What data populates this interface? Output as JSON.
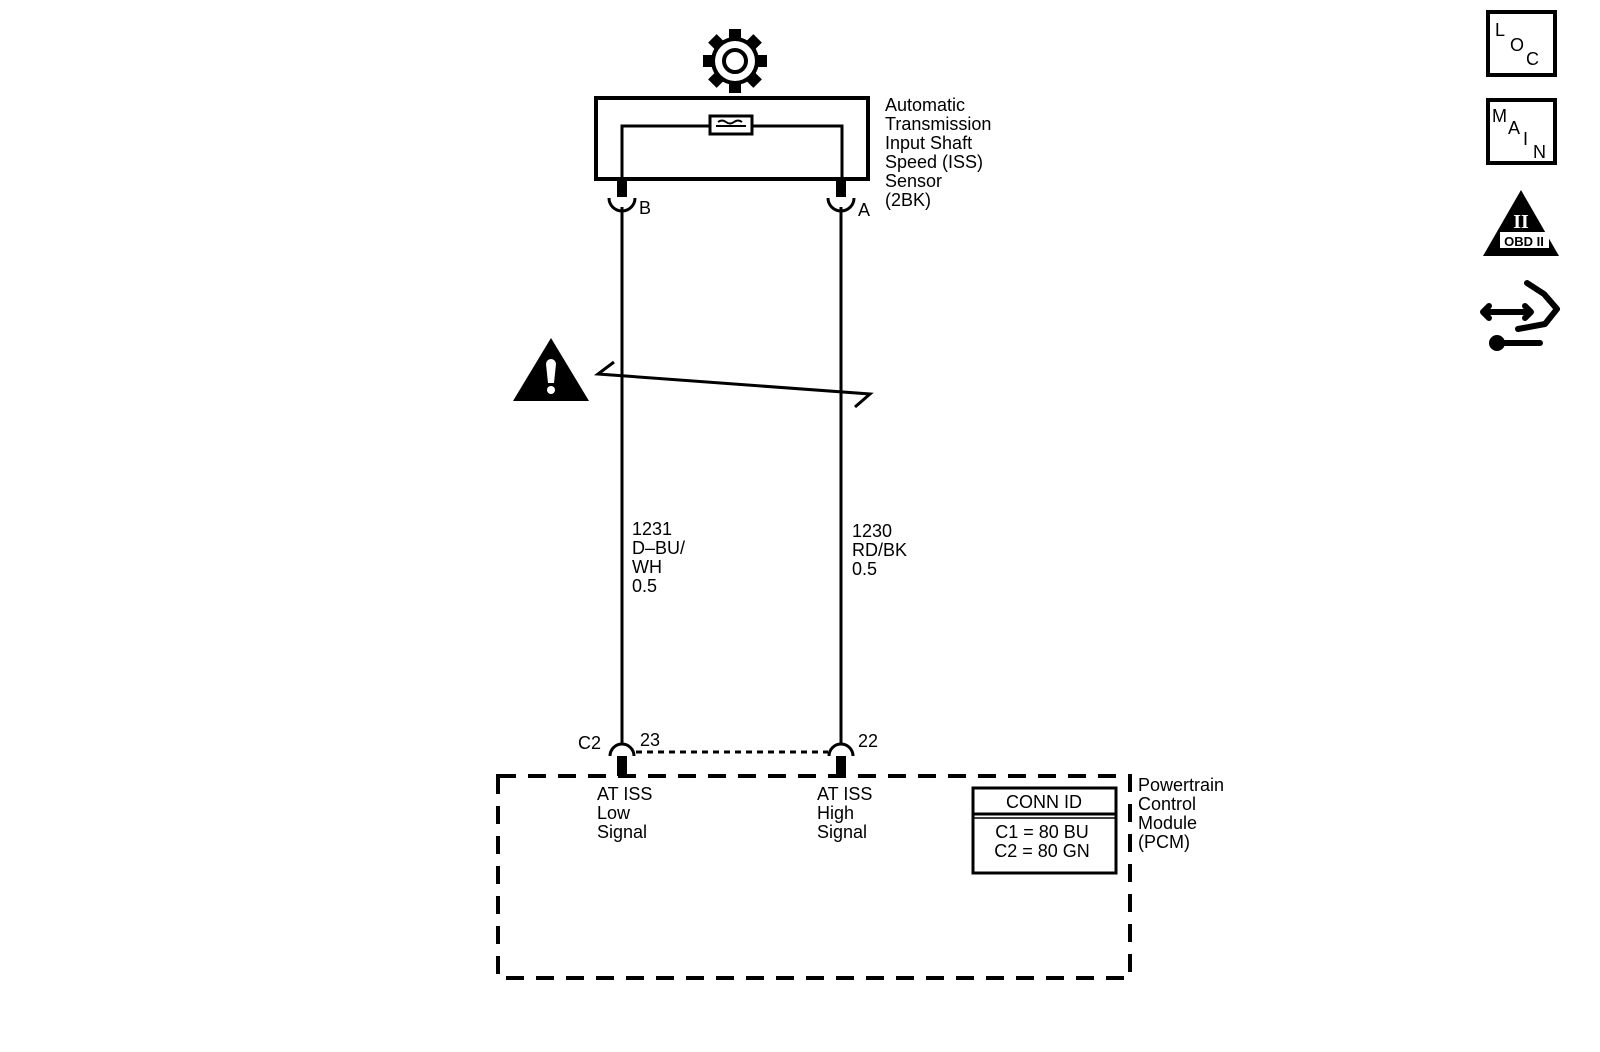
{
  "sensor": {
    "name_lines": [
      "Automatic",
      "Transmission",
      "Input Shaft",
      "Speed (ISS)",
      "Sensor",
      "(2BK)"
    ],
    "pin_left": "B",
    "pin_right": "A"
  },
  "wires": {
    "left": {
      "lines": [
        "1231",
        "D–BU/",
        "WH",
        "0.5"
      ]
    },
    "right": {
      "lines": [
        "1230",
        "RD/BK",
        "0.5"
      ]
    }
  },
  "pcm": {
    "name_lines": [
      "Powertrain",
      "Control",
      "Module",
      "(PCM)"
    ],
    "connector": "C2",
    "pin_left": "23",
    "pin_right": "22",
    "left_signal_lines": [
      "AT ISS",
      "Low",
      "Signal"
    ],
    "right_signal_lines": [
      "AT ISS",
      "High",
      "Signal"
    ],
    "conn_id": {
      "title": "CONN ID",
      "rows": [
        "C1 = 80 BU",
        "C2 = 80 GN"
      ]
    }
  },
  "side_buttons": {
    "loc": {
      "letters": [
        "L",
        "O",
        "C"
      ]
    },
    "main": {
      "letters": [
        "M",
        "A",
        "I",
        "N"
      ]
    },
    "obd": {
      "roman": "II",
      "label": "OBD II"
    }
  },
  "icons": [
    "gear-icon",
    "warning-icon",
    "twisted-pair-icon",
    "loc-icon",
    "main-icon",
    "obd-ii-icon",
    "connector-view-icon"
  ]
}
